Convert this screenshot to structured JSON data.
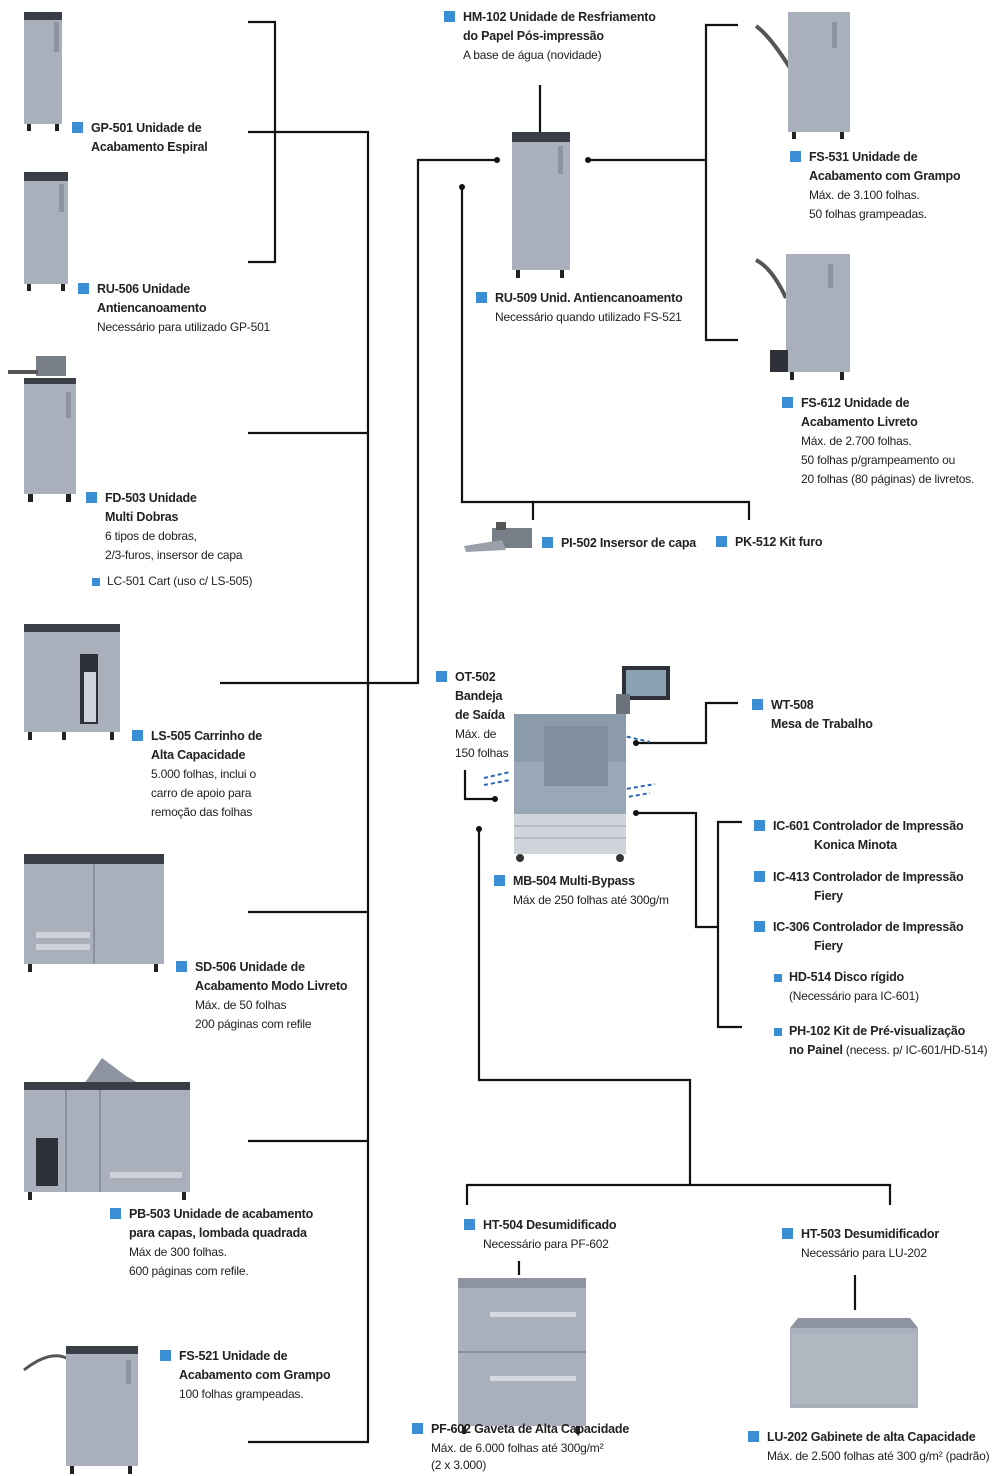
{
  "items": {
    "hm102": {
      "title": [
        "HM-102 Unidade de Resfriamento",
        "do Papel Pós-impressão"
      ],
      "desc": [
        "A base de água (novidade)"
      ]
    },
    "gp501": {
      "title": [
        "GP-501 Unidade de",
        "Acabamento Espiral"
      ],
      "desc": []
    },
    "ru506": {
      "title": [
        "RU-506 Unidade",
        "Antiencanoamento"
      ],
      "desc": [
        "Necessário para utilizado GP-501"
      ]
    },
    "ru509": {
      "title": [
        "RU-509 Unid. Antiencanoamento"
      ],
      "desc": [
        "Necessário quando utilizado FS-521"
      ]
    },
    "fs531": {
      "title": [
        "FS-531 Unidade de",
        "Acabamento com Grampo"
      ],
      "desc": [
        "Máx. de 3.100 folhas.",
        "50 folhas grampeadas."
      ]
    },
    "fs612": {
      "title": [
        "FS-612 Unidade de",
        "Acabamento Livreto"
      ],
      "desc": [
        "Máx. de 2.700 folhas.",
        "50 folhas p/grampeamento ou",
        "20 folhas  (80 páginas) de livretos."
      ]
    },
    "fd503": {
      "title": [
        "FD-503 Unidade",
        "Multi Dobras"
      ],
      "desc": [
        "6 tipos de dobras,",
        "2/3-furos, insersor de capa"
      ]
    },
    "lc501": {
      "title": [
        "LC-501 Cart (uso c/ LS-505)"
      ]
    },
    "pi502": {
      "title": [
        "PI-502 Insersor de capa"
      ]
    },
    "pk512": {
      "title": [
        "PK-512 Kit furo"
      ]
    },
    "ls505": {
      "title": [
        "LS-505 Carrinho de",
        "Alta Capacidade"
      ],
      "desc": [
        "5.000 folhas, inclui o",
        "carro de apoio para",
        "remoção das folhas"
      ]
    },
    "ot502": {
      "title": [
        "OT-502",
        "Bandeja",
        "de Saída"
      ],
      "desc": [
        "Máx. de",
        "150 folhas"
      ]
    },
    "wt508": {
      "title": [
        "WT-508",
        "Mesa de Trabalho"
      ]
    },
    "mb504": {
      "title": [
        "MB-504 Multi-Bypass"
      ],
      "desc": [
        "Máx de 250 folhas até 300g/m"
      ]
    },
    "ic601": {
      "title": [
        "IC-601 Controlador de Impressão",
        "Konica Minota"
      ]
    },
    "ic413": {
      "title": [
        "IC-413 Controlador de Impressão",
        "Fiery"
      ]
    },
    "ic306": {
      "title": [
        "IC-306 Controlador de Impressão",
        "Fiery"
      ]
    },
    "hd514": {
      "title": [
        "HD-514 Disco rígido"
      ],
      "desc": [
        "(Necessário para IC-601)"
      ]
    },
    "ph102": {
      "title": [
        "PH-102 Kit de Pré-visualização",
        "no Painel"
      ],
      "desc_inline": " (necess. p/ IC-601/HD-514)"
    },
    "sd506": {
      "title": [
        "SD-506 Unidade de",
        "Acabamento Modo Livreto"
      ],
      "desc": [
        "Máx. de 50 folhas",
        "200 páginas com refile"
      ]
    },
    "pb503": {
      "title": [
        "PB-503 Unidade de acabamento",
        "para capas, lombada quadrada"
      ],
      "desc": [
        "Máx de 300 folhas.",
        "600 páginas com refile."
      ]
    },
    "ht504": {
      "title": [
        "HT-504 Desumidificado"
      ],
      "desc": [
        "Necessário para PF-602"
      ]
    },
    "ht503": {
      "title": [
        "HT-503 Desumidificador"
      ],
      "desc": [
        "Necessário para LU-202"
      ]
    },
    "fs521": {
      "title": [
        "FS-521 Unidade de",
        "Acabamento com Grampo"
      ],
      "desc": [
        "100 folhas grampeadas."
      ]
    },
    "pf602": {
      "title": [
        "PF-602 Gaveta de Alta Capacidade"
      ],
      "desc": [
        "Máx. de 6.000 folhas até 300g/m²",
        "(2 x 3.000)"
      ]
    },
    "lu202": {
      "title": [
        "LU-202 Gabinete de alta Capacidade"
      ],
      "desc": [
        "Máx. de 2.500 folhas até 300 g/m² (padrão)"
      ]
    }
  },
  "colors": {
    "bullet": "#3a8fd4",
    "line": "#111111",
    "device": "#a9b0bb",
    "device_dark": "#3a3f47"
  }
}
